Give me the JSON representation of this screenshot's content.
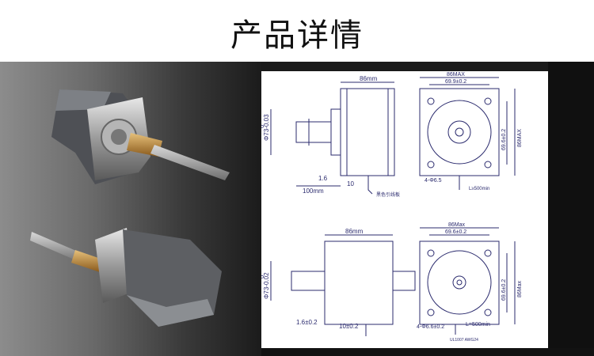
{
  "header": {
    "title": "产品详情"
  },
  "drawing": {
    "top_side": {
      "width_label": "86mm",
      "diameter_label": "Φ73-0.03",
      "zero_label": "0",
      "dim_16": "1.6",
      "dim_10": "10",
      "length_label": "100mm",
      "lead_note": "黑色引线板"
    },
    "top_front": {
      "max_label": "86MAX",
      "inner_label": "69.9±0.2",
      "right_inner": "69.6±0.2",
      "right_max": "86MAX",
      "hole_label": "4-Φ6.5",
      "lead_label": "L≥500min"
    },
    "bottom_side": {
      "width_label": "86mm",
      "diameter_label": "Φ73-0.02",
      "zero_label": "0",
      "dim_16": "1.6±0.2",
      "dim_10": "10±0.2"
    },
    "bottom_front": {
      "max_label": "86Max",
      "inner_label": "69.6±0.2",
      "right_inner": "69.6±0.2",
      "right_max": "86Max",
      "hole_label": "4-Φ6.6±0.2",
      "lead_label": "L=500min",
      "cable_note": "UL1007 AWG24"
    }
  },
  "colors": {
    "line": "#2b2b6e",
    "panel_dark": "#1b1b1b",
    "brass": "#b8863b"
  }
}
